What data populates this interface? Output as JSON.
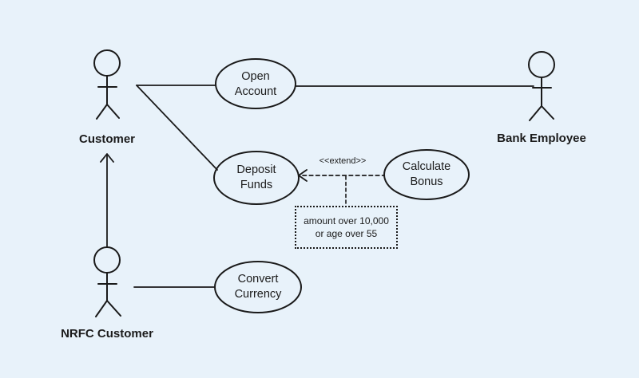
{
  "colors": {
    "background": "#e8f2fa",
    "stroke": "#1a1a1a",
    "text": "#1b1b1b"
  },
  "actors": [
    {
      "id": "customer",
      "label": "Customer"
    },
    {
      "id": "bank-employee",
      "label": "Bank Employee"
    },
    {
      "id": "nrfc-customer",
      "label": "NRFC Customer"
    }
  ],
  "use_cases": [
    {
      "id": "open-account",
      "label": "Open\nAccount"
    },
    {
      "id": "deposit-funds",
      "label": "Deposit\nFunds"
    },
    {
      "id": "calculate-bonus",
      "label": "Calculate\nBonus"
    },
    {
      "id": "convert-currency",
      "label": "Convert\nCurrency"
    }
  ],
  "relationships": {
    "extend_label": "<<extend>>",
    "extend_condition_note": "amount over 10,000\nor age over 55"
  }
}
